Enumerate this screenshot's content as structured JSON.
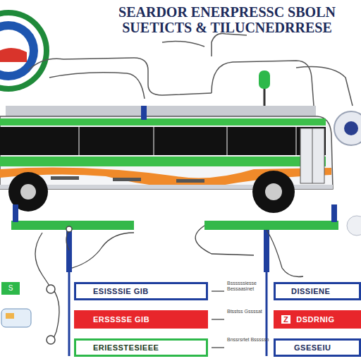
{
  "diagram": {
    "title": "SEARDOR ENERPRESSC SBOLN SUETICTS & TILUCNEDRRESE",
    "nodes": [
      {
        "text": [
          "ESISSSIE GIB"
        ]
      },
      {
        "text": [
          "DISSIENE"
        ]
      },
      {
        "text": [
          "ERSSSSE GIB"
        ]
      },
      {
        "text": [
          "Z",
          "DSDRNIG"
        ]
      },
      {
        "text": [
          "ERIESSTESIEEE"
        ]
      },
      {
        "text": [
          "GSESEIU"
        ]
      }
    ],
    "labels": [
      "Bssssssiesse Bessaasinet",
      "Btsstss Gssssat",
      "Bnssrsrtet Bsssssn",
      "S"
    ]
  }
}
